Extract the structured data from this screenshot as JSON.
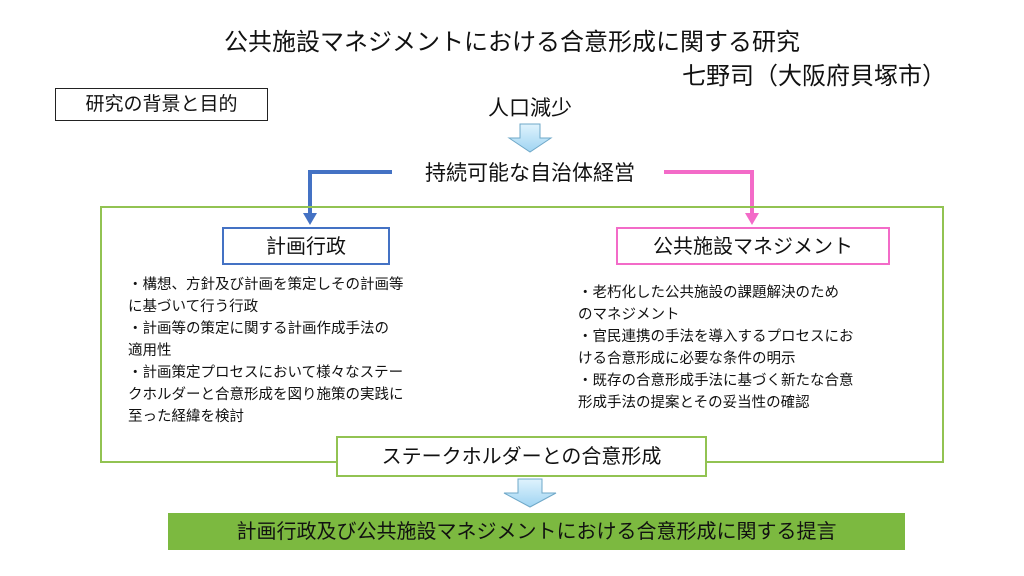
{
  "title": "公共施設マネジメントにおける合意形成に関する研究",
  "author": "七野司（大阪府貝塚市）",
  "section_label": "研究の背景と目的",
  "flow": {
    "start": "人口減少",
    "middle": "持続可能な自治体経営",
    "left_box": "計画行政",
    "right_box": "公共施設マネジメント",
    "left_points": [
      "・構想、方針及び計画を策定しその計画等",
      "に基づいて行う行政",
      "・計画等の策定に関する計画作成手法の",
      "適用性",
      "・計画策定プロセスにおいて様々なステー",
      "クホルダーと合意形成を図り施策の実践に",
      "至った経緯を検討"
    ],
    "right_points": [
      "・老朽化した公共施設の課題解決のため",
      "のマネジメント",
      "・官民連携の手法を導入するプロセスにお",
      "ける合意形成に必要な条件の明示",
      "・既存の合意形成手法に基づく新たな合意",
      "形成手法の提案とその妥当性の確認"
    ],
    "stakeholder": "ステークホルダーとの合意形成",
    "conclusion": "計画行政及び公共施設マネジメントにおける合意形成に関する提言"
  },
  "colors": {
    "blue": "#4472c4",
    "pink": "#f36bc8",
    "green": "#92c352",
    "banner": "#7cb940",
    "arrow": "#bfe3f7"
  }
}
